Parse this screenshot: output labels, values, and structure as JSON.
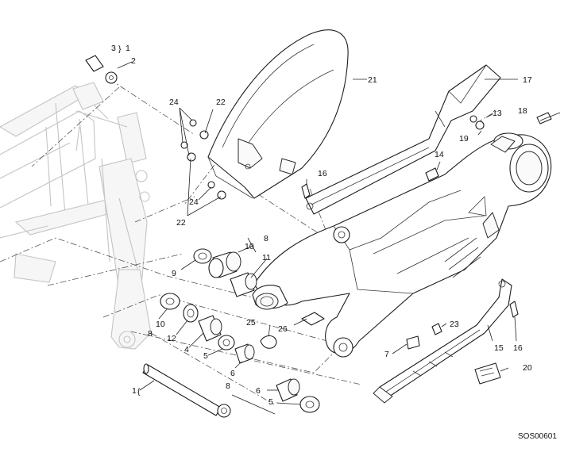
{
  "diagram_code": "SOS00601",
  "callouts": {
    "c1_top": "1",
    "c1_bottom": "1",
    "c2": "2",
    "c3": "3",
    "c4": "4",
    "c5a": "5",
    "c5b": "5",
    "c6a": "6",
    "c6b": "6",
    "c7": "7",
    "c8a": "8",
    "c8b": "8",
    "c8c": "8",
    "c9": "9",
    "c10a": "10",
    "c10b": "10",
    "c11": "11",
    "c12": "12",
    "c13": "13",
    "c14": "14",
    "c15": "15",
    "c16a": "16",
    "c16b": "16",
    "c17": "17",
    "c18": "18",
    "c19": "19",
    "c20": "20",
    "c21": "21",
    "c22a": "22",
    "c22b": "22",
    "c23": "23",
    "c24a": "24",
    "c24b": "24",
    "c25": "25",
    "c26": "26"
  },
  "brace_open": "{",
  "brace_close": "}",
  "colors": {
    "line": "#1e1e1e",
    "ghost": "#c4c4c4",
    "background": "#ffffff"
  }
}
